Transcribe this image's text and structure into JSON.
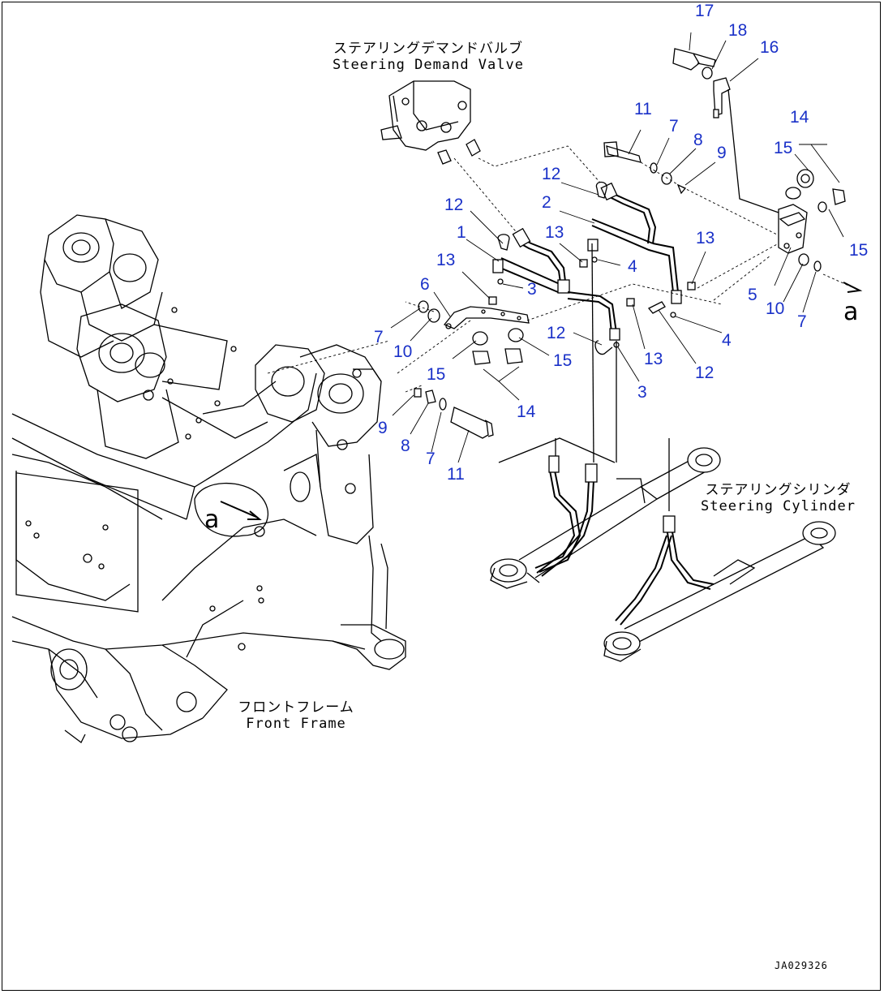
{
  "labels": {
    "steering_demand_valve": {
      "jp": "ステアリングデマンドバルブ",
      "en": "Steering Demand Valve"
    },
    "steering_cylinder": {
      "jp": "ステアリングシリンダ",
      "en": "Steering Cylinder"
    },
    "front_frame": {
      "jp": "フロントフレーム",
      "en": "Front Frame"
    }
  },
  "view_markers": {
    "a_left": "a",
    "a_right": "a"
  },
  "document_id": "JA029326",
  "callout_color": "#1a31c8",
  "callouts": [
    {
      "id": "c17",
      "text": "17"
    },
    {
      "id": "c18",
      "text": "18"
    },
    {
      "id": "c16",
      "text": "16"
    },
    {
      "id": "c11a",
      "text": "11"
    },
    {
      "id": "c7a",
      "text": "7"
    },
    {
      "id": "c8a",
      "text": "8"
    },
    {
      "id": "c9a",
      "text": "9"
    },
    {
      "id": "c14a",
      "text": "14"
    },
    {
      "id": "c15a",
      "text": "15"
    },
    {
      "id": "c15b",
      "text": "15"
    },
    {
      "id": "c12a",
      "text": "12"
    },
    {
      "id": "c2",
      "text": "2"
    },
    {
      "id": "c12b",
      "text": "12"
    },
    {
      "id": "c1",
      "text": "1"
    },
    {
      "id": "c13a",
      "text": "13"
    },
    {
      "id": "c13b",
      "text": "13"
    },
    {
      "id": "c4a",
      "text": "4"
    },
    {
      "id": "c13c",
      "text": "13"
    },
    {
      "id": "c6",
      "text": "6"
    },
    {
      "id": "c3a",
      "text": "3"
    },
    {
      "id": "c5",
      "text": "5"
    },
    {
      "id": "c10a",
      "text": "10"
    },
    {
      "id": "c7b",
      "text": "7"
    },
    {
      "id": "c7c",
      "text": "7"
    },
    {
      "id": "c10b",
      "text": "10"
    },
    {
      "id": "c12c",
      "text": "12"
    },
    {
      "id": "c15c",
      "text": "15"
    },
    {
      "id": "c13d",
      "text": "13"
    },
    {
      "id": "c4b",
      "text": "4"
    },
    {
      "id": "c12d",
      "text": "12"
    },
    {
      "id": "c15d",
      "text": "15"
    },
    {
      "id": "c3b",
      "text": "3"
    },
    {
      "id": "c14b",
      "text": "14"
    },
    {
      "id": "c9b",
      "text": "9"
    },
    {
      "id": "c8b",
      "text": "8"
    },
    {
      "id": "c7d",
      "text": "7"
    },
    {
      "id": "c11b",
      "text": "11"
    }
  ]
}
